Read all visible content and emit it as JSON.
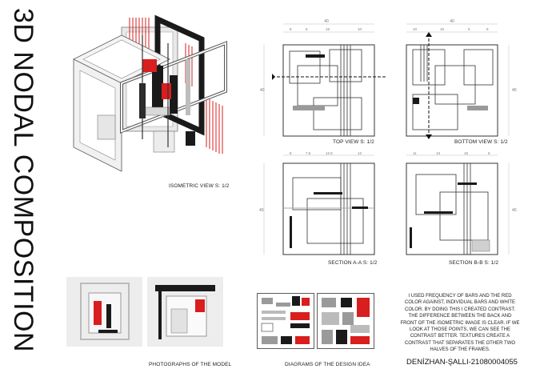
{
  "title": "3D NODAL COMPOSITION",
  "labels": {
    "isometric": "ISOMETRIC VIEW S: 1/2",
    "top_view": "TOP VIEW S: 1/2",
    "bottom_view": "BOTTOM VIEW S: 1/2",
    "section_aa": "SECTION A-A S: 1/2",
    "section_bb": "SECTION B-B S: 1/2",
    "photos": "PHOTOGRAPHS OF THE MODEL",
    "diagrams": "DIAGRAMS OF THE DESIGN IDEA"
  },
  "description": "I USED FREQUENCY OF BARS AND THE RED COLOR AGAINST, INDIVIDUAL BARS AND WHITE COLOR. BY DOING THIS I CREATED CONTRAST. THE DIFFERENCE BETWEEN THE BACK AND FRONT OF THE ISOMETRIC IMAGE IS CLEAR. IF WE LOOK AT THOSE POINTS, WE CAN SEE THE CONTRAST BETTER. TEXTURES CREATE A CONTRAST THAT SEPARATES THE OTHER TWO HALVES OF THE FRAMES.",
  "author": "DENİZHAN-ŞALLI-21080004055",
  "dimensions": {
    "overall": "40",
    "top_view_top": [
      "8",
      "6",
      "15",
      "10"
    ],
    "bottom_view_top": [
      "10",
      "15",
      "6",
      "8"
    ],
    "section_aa_top": [
      "8",
      "7.5",
      "12.5",
      "12"
    ],
    "section_bb_top": [
      "11",
      "13",
      "15",
      "6"
    ],
    "side": "40"
  },
  "colors": {
    "accent": "#d81e1e",
    "dark": "#1a1a1a",
    "grey": "#9a9a9a",
    "light": "#f2f2f2"
  }
}
